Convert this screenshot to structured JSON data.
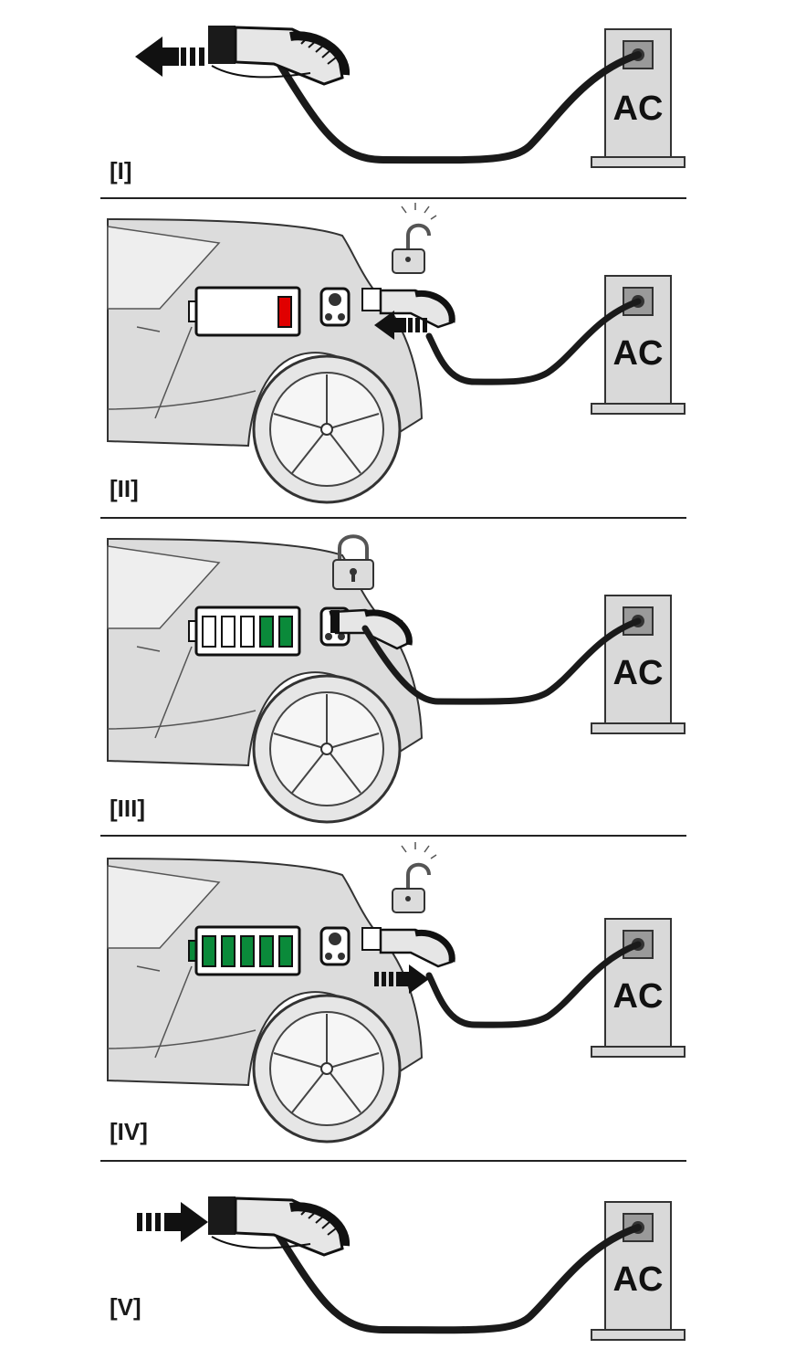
{
  "steps": [
    {
      "label": "[I]",
      "station": "AC"
    },
    {
      "label": "[II]",
      "station": "AC"
    },
    {
      "label": "[III]",
      "station": "AC"
    },
    {
      "label": "[IV]",
      "station": "AC"
    },
    {
      "label": "[V]",
      "station": "AC"
    }
  ],
  "colors": {
    "battery_low": "#e00000",
    "battery_charged": "#0a8a3a",
    "car_body": "#dcdcdc",
    "station": "#d9d9d9",
    "cable": "#1a1a1a"
  },
  "battery_levels": {
    "step_2": 0.2,
    "step_3": 0.4,
    "step_4": 1.0
  },
  "icons": {
    "step_2": "unlocked-padlock-icon",
    "step_3": "locked-padlock-icon",
    "step_4": "unlocked-padlock-icon"
  }
}
